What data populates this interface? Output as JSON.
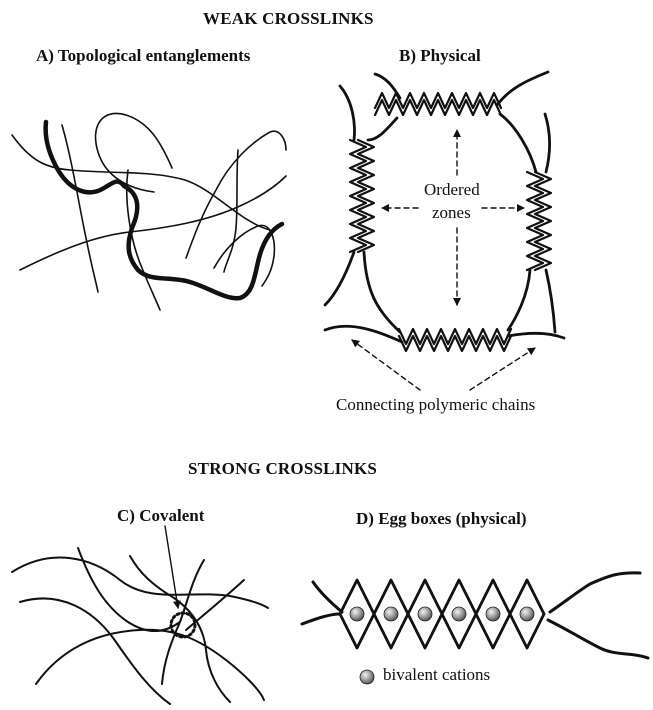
{
  "weak_section": {
    "heading": "WEAK CROSSLINKS",
    "panel_a_title": "A) Topological entanglements",
    "panel_b_title": "B) Physical",
    "ordered_zones_line1": "Ordered",
    "ordered_zones_line2": "zones",
    "connecting_chains_label": "Connecting polymeric chains"
  },
  "strong_section": {
    "heading": "STRONG CROSSLINKS",
    "panel_c_title": "C) Covalent",
    "panel_d_title": "D) Egg boxes (physical)",
    "cations_legend": "bivalent cations"
  },
  "colors": {
    "ink": "#111111",
    "cation_fill": "#9a9a9a"
  }
}
